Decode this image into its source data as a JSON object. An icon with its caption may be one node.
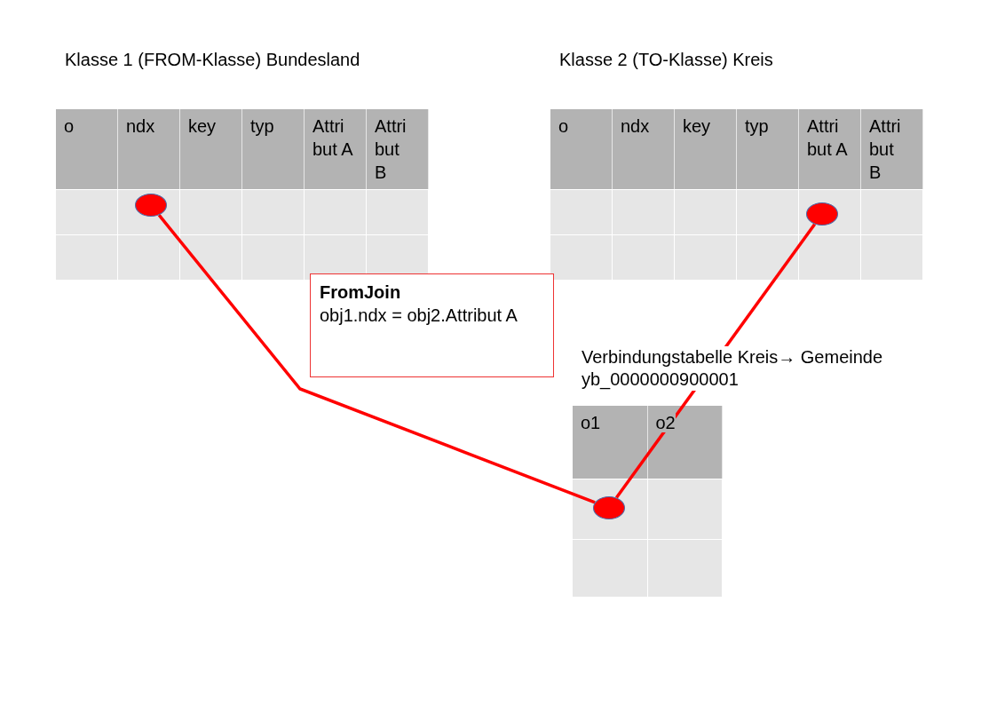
{
  "diagram": {
    "nodes": [
      {
        "text": [
          "Klasse 1 (FROM-Klasse) Bundesland"
        ]
      },
      {
        "text": [],
        "shape": "circle",
        "in": 0
      },
      {
        "text": [
          "Klasse 2 (TO-Klasse) Kreis"
        ]
      },
      {
        "text": [],
        "shape": "circle",
        "in": 2
      },
      {
        "text": [
          "FromJoin",
          "obj1.ndx = obj2.Attribut A"
        ]
      },
      {
        "text": [
          "Verbindungstabelle Kreis→ Gemeinde yb_0000000900001"
        ]
      },
      {
        "text": [],
        "shape": "circle",
        "in": 5
      }
    ],
    "edges": [
      {
        "from": 1,
        "to": 6,
        "arrow": "none"
      },
      {
        "from": 3,
        "to": 6,
        "arrow": "none"
      }
    ],
    "labels": [
      "o",
      "ndx",
      "key",
      "typ",
      "Attribut A",
      "Attribut B",
      "o",
      "ndx",
      "key",
      "typ",
      "Attribut A",
      "Attribut B",
      "o1",
      "o2"
    ]
  }
}
